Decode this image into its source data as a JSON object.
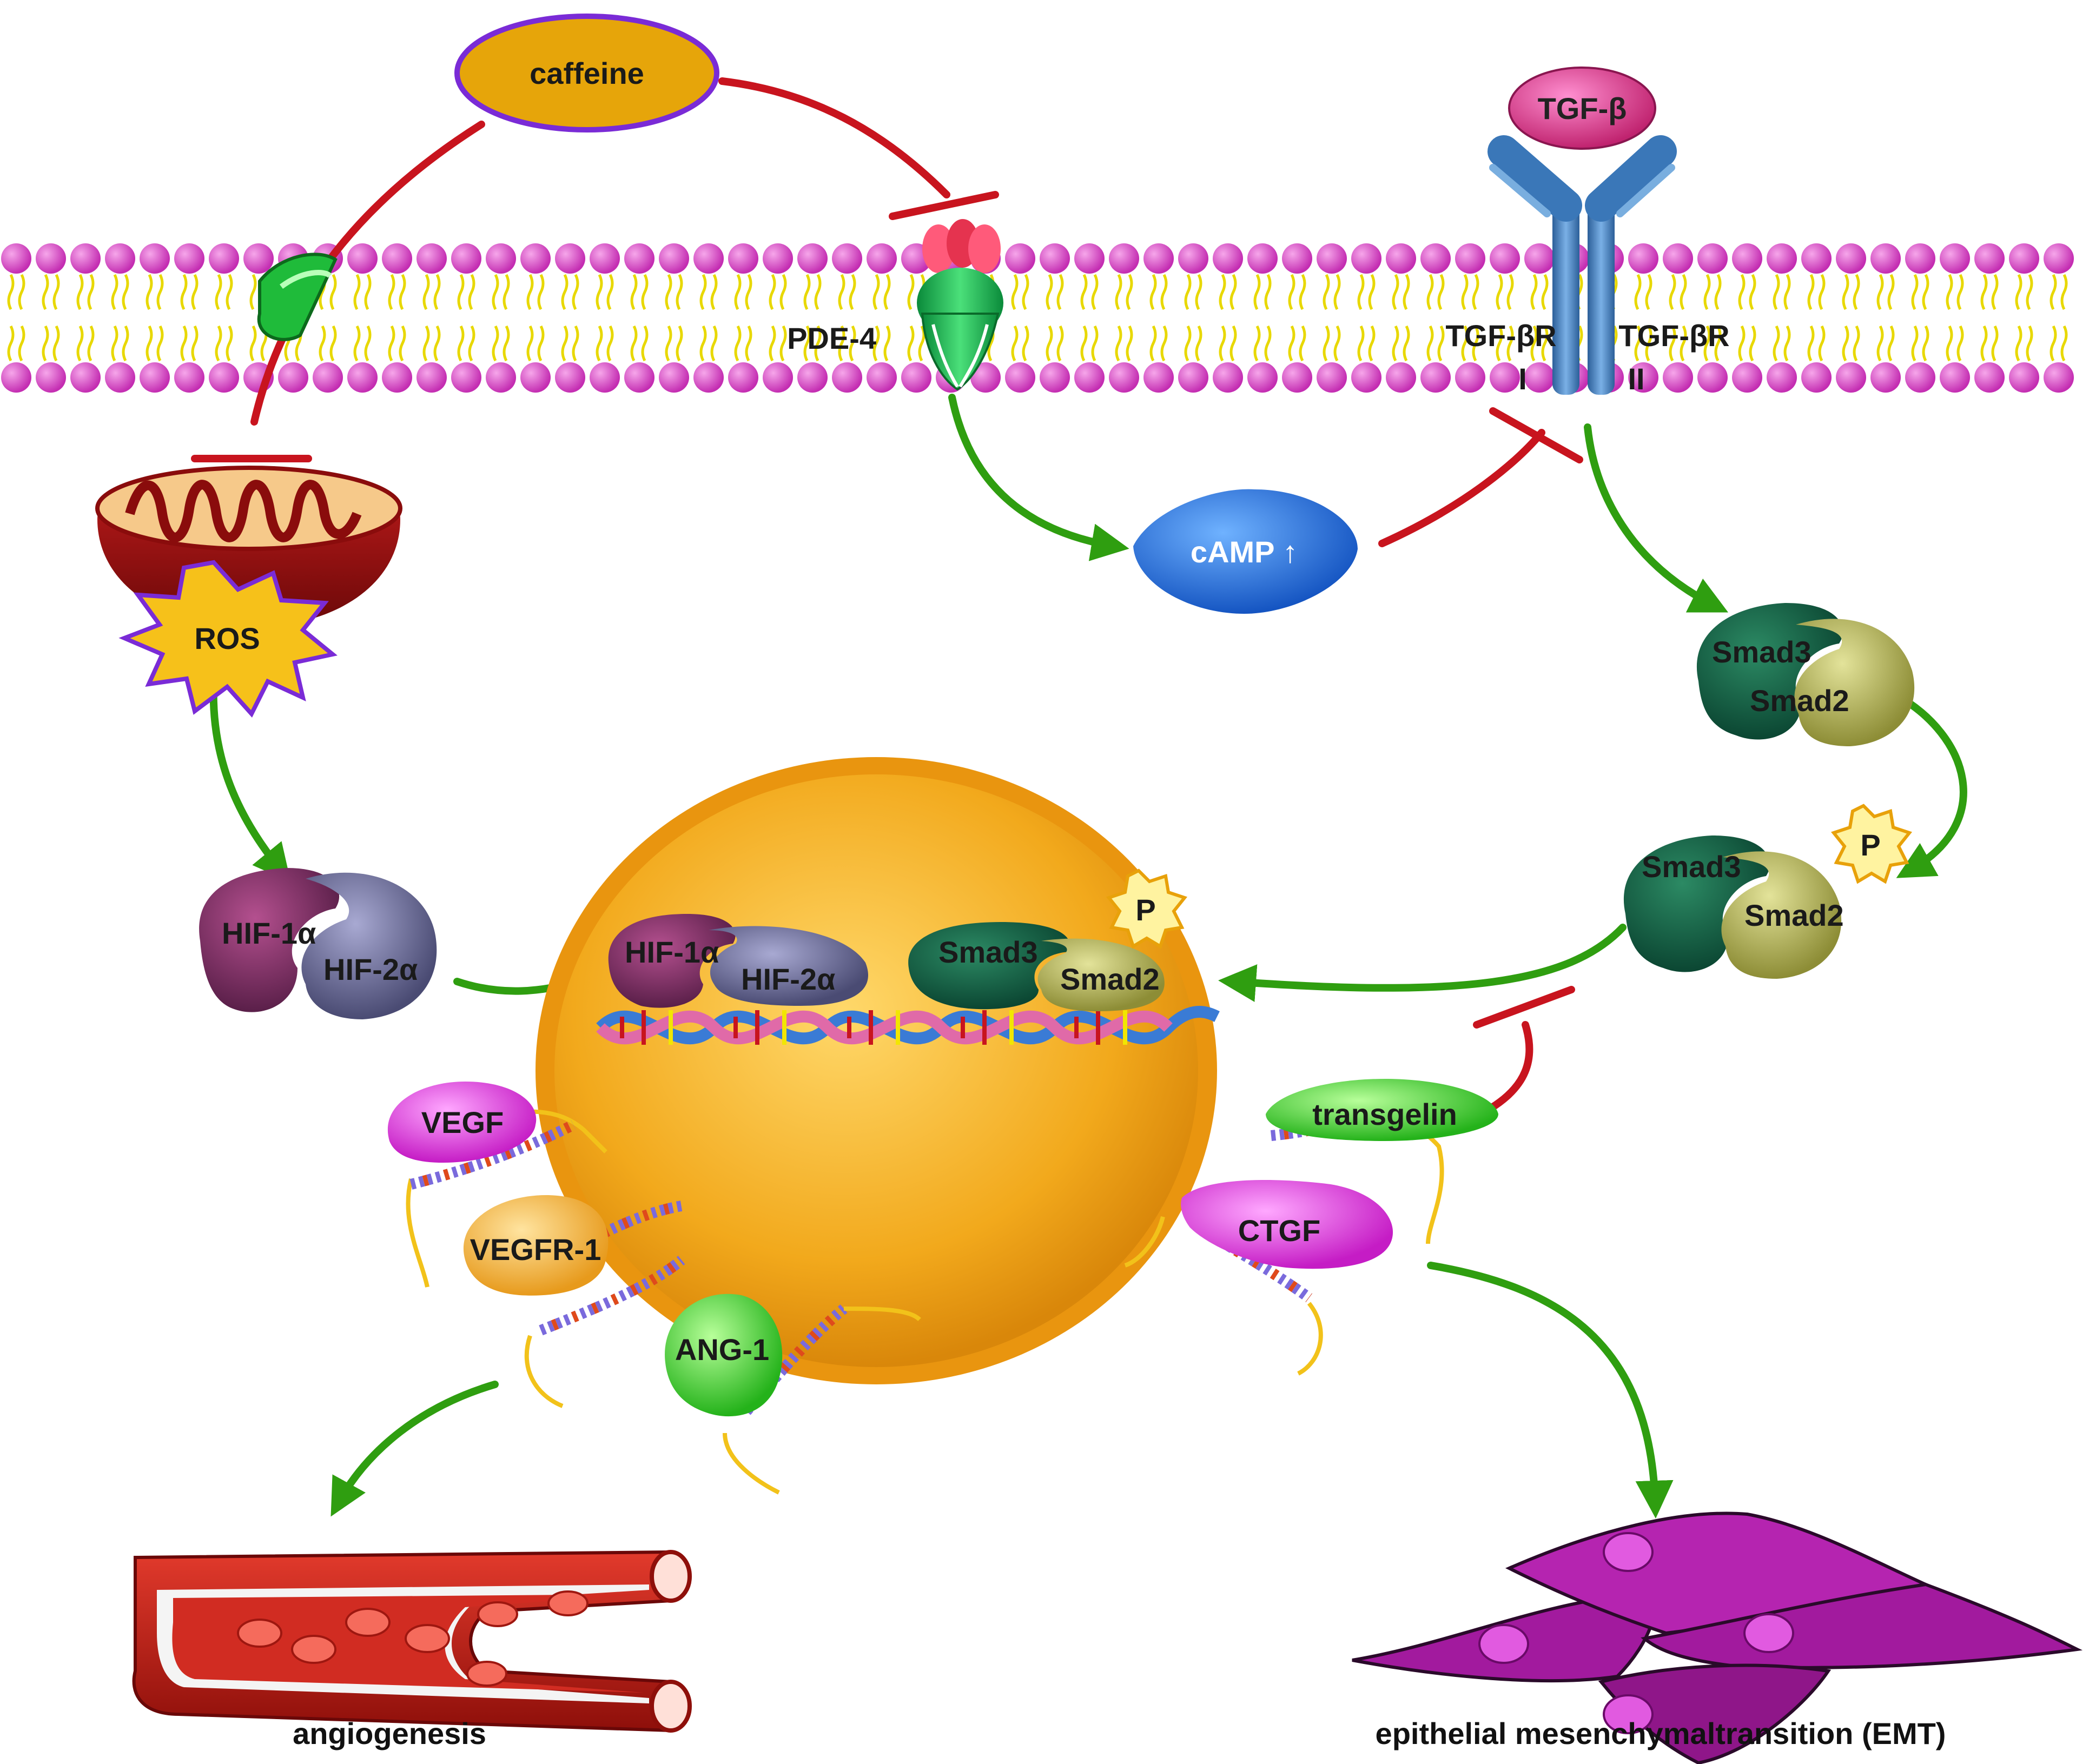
{
  "labels": {
    "caffeine": "caffeine",
    "tgf_beta": "TGF-β",
    "pde4": "PDE-4",
    "tgf_beta_r1": "TGF-βR",
    "tgf_beta_r2": "TGF-βR",
    "receptor_I": "I",
    "receptor_II": "II",
    "camp": "cAMP ↑",
    "ros": "ROS",
    "smad3_top": "Smad3",
    "smad2_top": "Smad2",
    "smad3_mid": "Smad3",
    "smad2_mid": "Smad2",
    "phospho_mid": "P",
    "hif1a_left": "HIF-1α",
    "hif2a_left": "HIF-2α",
    "hif1a_nuc": "HIF-1α",
    "hif2a_nuc": "HIF-2α",
    "smad3_nuc": "Smad3",
    "smad2_nuc": "Smad2",
    "phospho_nuc": "P",
    "vegf": "VEGF",
    "vegfr1": "VEGFR-1",
    "ang1": "ANG-1",
    "transgelin": "transgelin",
    "ctgf": "CTGF",
    "angiogenesis": "angiogenesis",
    "emt": "epithelial mesenchymaltransition (EMT)"
  },
  "colors": {
    "activation_arrow": "#2f9e10",
    "inhibition_bar": "#c8141e",
    "membrane_head": "#d43fc1",
    "membrane_tail": "#f2e600",
    "caffeine_fill": "#e6a50a",
    "caffeine_border": "#7a2bd6",
    "nucleus": "#f3a81d",
    "smad3": "#0f5a3f",
    "smad2": "#b7b74e",
    "hif1a": "#7a2d63",
    "hif2a": "#6a6b98",
    "camp": "#2a73e6",
    "tgf_beta": "#e23a8f",
    "receptor": "#3a77b8"
  }
}
